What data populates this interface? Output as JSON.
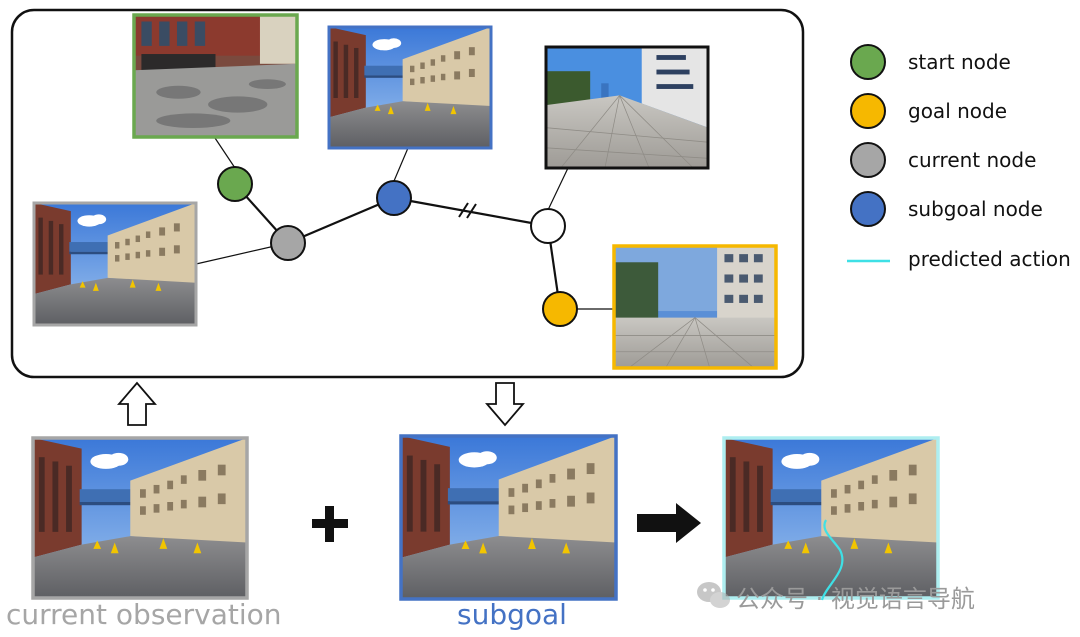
{
  "legend": {
    "start_label": "start node",
    "goal_label": "goal node",
    "current_label": "current node",
    "subgoal_label": "subgoal node",
    "action_label": "predicted action"
  },
  "captions": {
    "current_observation": "current observation",
    "subgoal": "subgoal"
  },
  "watermark": "公众号 · 视觉语言导航",
  "colors": {
    "start": "#6aa84f",
    "goal": "#f6b800",
    "current": "#a6a6a6",
    "subgoal": "#4472c4",
    "action": "#3ee0e6",
    "frame_gray": "#a6a6a6",
    "frame_blue": "#4472c4",
    "frame_green": "#6aa84f",
    "frame_yellow": "#f6b800",
    "frame_black": "#111111"
  },
  "icons": {
    "up_arrow": "hollow-up-arrow",
    "down_arrow": "hollow-down-arrow",
    "plus": "plus-sign",
    "right_arrow": "solid-right-arrow",
    "wechat": "wechat-icon"
  }
}
